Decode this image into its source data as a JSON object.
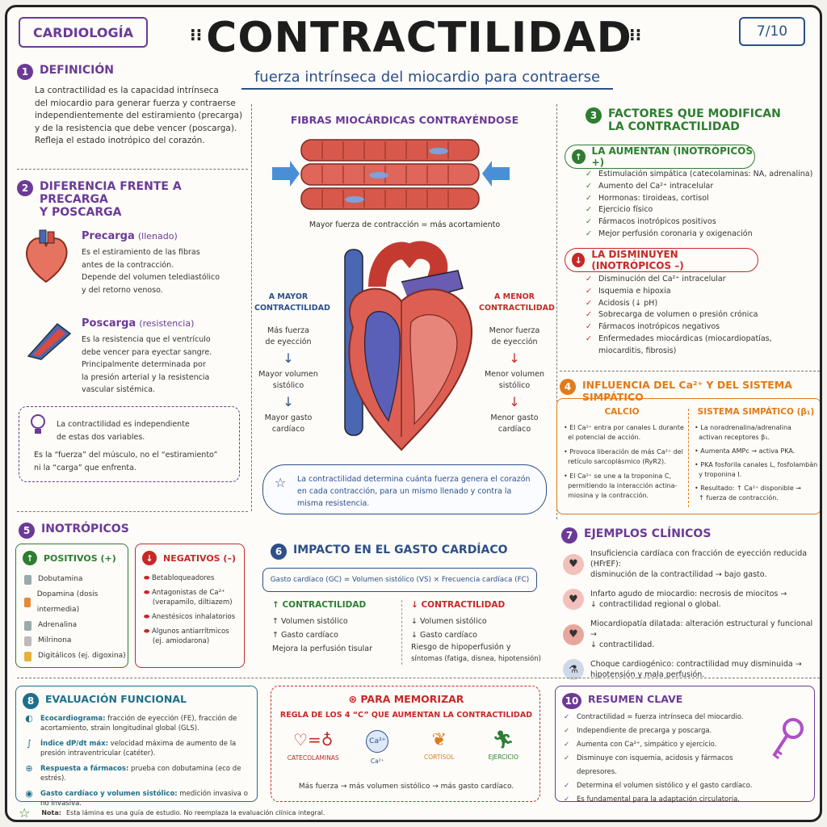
{
  "header": {
    "category": "CARDIOLOGÍA",
    "title": "CONTRACTILIDAD",
    "subtitle": "fuerza intrínseca del miocardio para contraerse",
    "page": "7/10"
  },
  "s1": {
    "number": "1",
    "title": "DEFINICIÓN",
    "lines": [
      "La contractilidad es la capacidad intrínseca",
      "del miocardio para generar fuerza y contraerse",
      "independientemente del estiramiento (precarga)",
      "y de la resistencia que debe vencer (poscarga).",
      "Refleja el estado inotrópico del corazón."
    ]
  },
  "s2": {
    "number": "2",
    "title_lines": [
      "DIFERENCIA FRENTE A PRECARGA",
      "Y POSCARGA"
    ],
    "precarga": {
      "title": "Precarga",
      "tag": "(llenado)",
      "lines": [
        "Es el estiramiento de las fibras",
        "antes de la contracción.",
        "Depende del volumen telediastólico",
        "y del retorno venoso."
      ]
    },
    "poscarga": {
      "title": "Poscarga",
      "tag": "(resistencia)",
      "lines": [
        "Es la resistencia que el ventrículo",
        "debe vencer para eyectar sangre.",
        "Principalmente determinada por",
        "la presión arterial y la resistencia",
        "vascular sistémica."
      ]
    },
    "note_lines": [
      "La contractilidad es independiente",
      "de estas dos variables.",
      "Es la “fuerza” del músculo, no el “estiramiento”",
      "ni la “carga” que enfrenta."
    ]
  },
  "center": {
    "fibers_title": "FIBRAS MIOCÁRDICAS CONTRAYÉNDOSE",
    "fibers_caption": "Mayor fuerza de contracción = más acortamiento",
    "left_title": [
      "A MAYOR",
      "CONTRACTILIDAD"
    ],
    "left_steps": [
      [
        "Más fuerza",
        "de eyección"
      ],
      [
        "Mayor volumen",
        "sistólico"
      ],
      [
        "Mayor gasto",
        "cardíaco"
      ]
    ],
    "right_title": [
      "A MENOR",
      "CONTRACTILIDAD"
    ],
    "right_steps": [
      [
        "Menor fuerza",
        "de eyección"
      ],
      [
        "Menor volumen",
        "sistólico"
      ],
      [
        "Menor gasto",
        "cardíaco"
      ]
    ],
    "cloud_lines": [
      "La contractilidad determina cuánta fuerza genera el corazón",
      "en cada contracción, para un mismo llenado y contra la",
      "misma resistencia."
    ]
  },
  "s3": {
    "number": "3",
    "title_lines": [
      "FACTORES QUE MODIFICAN",
      "LA CONTRACTILIDAD"
    ],
    "up_label": "LA AUMENTAN (INOTRÓPICOS +)",
    "up_items": [
      "Estimulación simpática (catecolaminas: NA, adrenalina)",
      "Aumento del Ca²⁺ intracelular",
      "Hormonas: tiroideas, cortisol",
      "Ejercicio físico",
      "Fármacos inotrópicos positivos",
      "Mejor perfusión coronaria y oxigenación"
    ],
    "down_label": "LA DISMINUYEN (INOTRÓPICOS –)",
    "down_items": [
      "Disminución del Ca²⁺ intracelular",
      "Isquemia e hipoxia",
      "Acidosis (↓ pH)",
      "Sobrecarga de volumen o presión crónica",
      "Fármacos inotrópicos negativos",
      "Enfermedades miocárdicas (miocardiopatías,",
      "miocarditis, fibrosis)"
    ]
  },
  "s4": {
    "number": "4",
    "title": "INFLUENCIA DEL Ca²⁺ Y DEL SISTEMA SIMPÁTICO",
    "calcio_title": "CALCIO",
    "calcio_items": [
      [
        "El Ca²⁺ entra por canales L durante",
        "el potencial de acción."
      ],
      [
        "Provoca liberación de más Ca²⁺ del",
        "retículo sarcoplásmico (RyR2)."
      ],
      [
        "El Ca²⁺ se une a la troponina C,",
        "permitiendo la interacción actina-",
        "miosina y la contracción."
      ]
    ],
    "simp_title": "SISTEMA SIMPÁTICO (β₁)",
    "simp_items": [
      [
        "La noradrenalina/adrenalina",
        "activan receptores β₁."
      ],
      [
        "Aumenta AMPc → activa PKA."
      ],
      [
        "PKA fosforila canales L, fosfolambán",
        "y troponina I."
      ],
      [
        "Resultado: ↑ Ca²⁺ disponible →",
        "↑ fuerza de contracción."
      ]
    ]
  },
  "s5": {
    "number": "5",
    "title": "INOTRÓPICOS",
    "pos_label": "POSITIVOS (+)",
    "pos_items": [
      "Dobutamina",
      "Dopamina (dosis intermedia)",
      "Adrenalina",
      "Milrinona",
      "Digitálicos (ej. digoxina)"
    ],
    "neg_label": "NEGATIVOS (–)",
    "neg_items": [
      [
        "Betabloqueadores"
      ],
      [
        "Antagonistas de Ca²⁺",
        "(verapamilo, diltiazem)"
      ],
      [
        "Anestésicos inhalatorios"
      ],
      [
        "Algunos antiarrítmicos",
        "(ej. amiodarona)"
      ]
    ]
  },
  "s6": {
    "number": "6",
    "title": "IMPACTO EN EL GASTO CARDÍACO",
    "formula": "Gasto cardíaco (GC) = Volumen sistólico (VS) × Frecuencia cardíaca (FC)",
    "up_label": "↑ CONTRACTILIDAD",
    "up_items": [
      "↑ Volumen sistólico",
      "↑ Gasto cardíaco",
      "Mejora la perfusión tisular"
    ],
    "down_label": "↓ CONTRACTILIDAD",
    "down_items": [
      "↓ Volumen sistólico",
      "↓ Gasto cardíaco",
      "Riesgo de hipoperfusión y",
      "síntomas (fatiga, disnea, hipotensión)"
    ]
  },
  "s7": {
    "number": "7",
    "title": "EJEMPLOS CLÍNICOS",
    "items": [
      [
        "Insuficiencia cardíaca con fracción de eyección reducida (HFrEF):",
        "disminución de la contractilidad → bajo gasto."
      ],
      [
        "Infarto agudo de miocardio: necrosis de miocitos →",
        "↓ contractilidad regional o global."
      ],
      [
        "Miocardiopatía dilatada: alteración estructural y funcional →",
        "↓ contractilidad."
      ],
      [
        "Choque cardiogénico: contractilidad muy disminuida →",
        "hipotensión y mala perfusión."
      ]
    ]
  },
  "s8": {
    "number": "8",
    "title": "EVALUACIÓN FUNCIONAL",
    "items": [
      {
        "key": "Ecocardiograma:",
        "text": " fracción de eyección (FE), fracción de acortamiento, strain longitudinal global (GLS)."
      },
      {
        "key": "Índice dP/dt máx:",
        "text": " velocidad máxima de aumento de la presión intraventricular (catéter)."
      },
      {
        "key": "Respuesta a fármacos:",
        "text": " prueba con dobutamina (eco de estrés)."
      },
      {
        "key": "Gasto cardíaco y volumen sistólico:",
        "text": " medición invasiva o no invasiva."
      }
    ]
  },
  "s9": {
    "title": "PARA MEMORIZAR",
    "subtitle": "REGLA DE LOS 4 “C” QUE AUMENTAN LA CONTRACTILIDAD",
    "items": [
      "CATECOLAMINAS",
      "Ca²⁺",
      "CORTISOL",
      "EJERCICIO"
    ],
    "ca_symbol": "Ca²⁺",
    "footer": "Más fuerza → más volumen sistólico → más gasto cardíaco."
  },
  "s10": {
    "number": "10",
    "title": "RESUMEN CLAVE",
    "items": [
      "Contractilidad = fuerza intrínseca del miocardio.",
      "Independiente de precarga y poscarga.",
      "Aumenta con Ca²⁺, simpático y ejercicio.",
      "Disminuye con isquemia, acidosis y fármacos depresores.",
      "Determina el volumen sistólico y el gasto cardíaco.",
      "Es fundamental para la adaptación circulatoria."
    ]
  },
  "footer": {
    "note_label": "Nota:",
    "note_text": "Esta lámina es una guía de estudio. No reemplaza la evaluación clínica integral."
  },
  "colors": {
    "purple": "#6b3a97",
    "green": "#2e7d32",
    "red": "#c62828",
    "orange": "#e07b1a",
    "blue": "#2d4f8a",
    "teal": "#1f6f8b"
  },
  "icons": [
    "heart-icon",
    "artery-icon",
    "lightbulb-icon",
    "star-icon",
    "arrow-up-icon",
    "arrow-down-icon",
    "key-icon",
    "runner-icon",
    "thyroid-icon",
    "pill-icon"
  ]
}
